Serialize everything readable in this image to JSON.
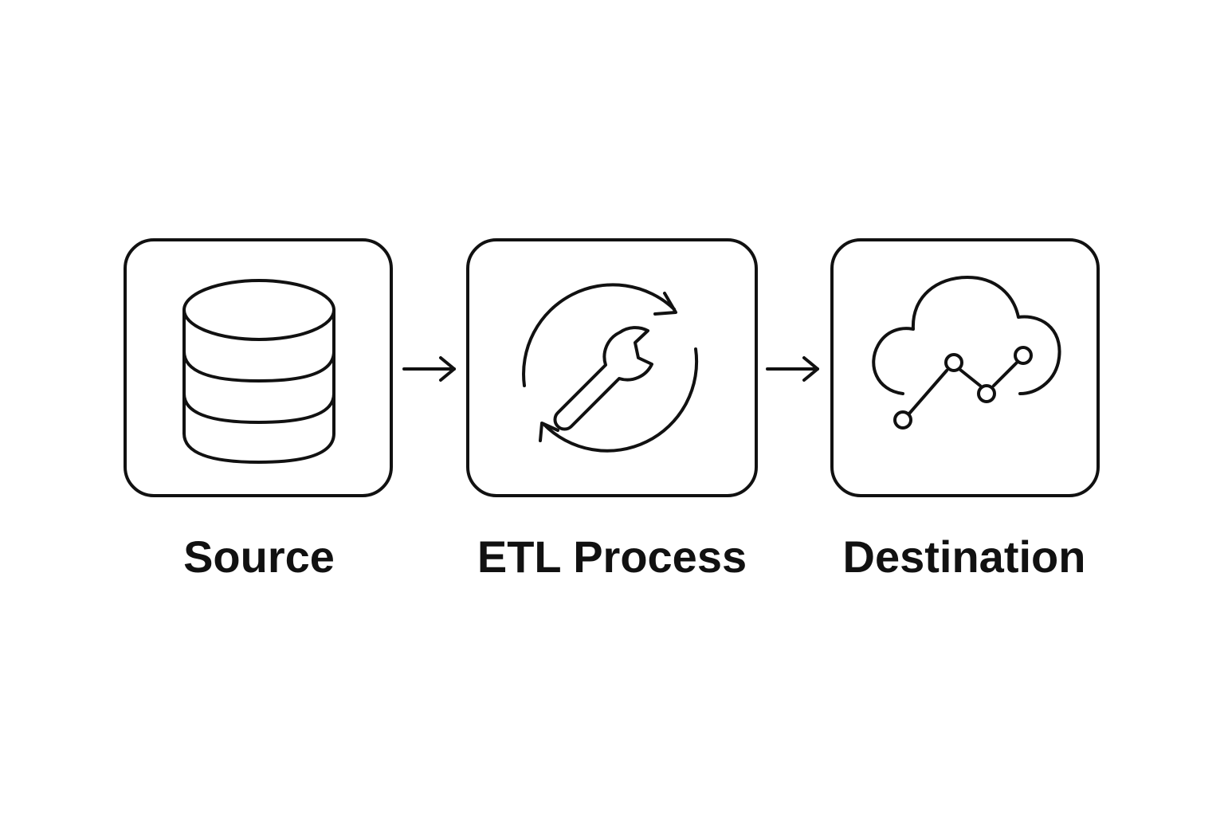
{
  "diagram": {
    "stroke_color": "#111111",
    "background_color": "#ffffff",
    "nodes": [
      {
        "label": "Source",
        "icon": "database-icon"
      },
      {
        "label": "ETL Process",
        "icon": "wrench-refresh-icon"
      },
      {
        "label": "Destination",
        "icon": "cloud-analytics-icon"
      }
    ],
    "edges": [
      {
        "from": "Source",
        "to": "ETL Process"
      },
      {
        "from": "ETL Process",
        "to": "Destination"
      }
    ]
  }
}
